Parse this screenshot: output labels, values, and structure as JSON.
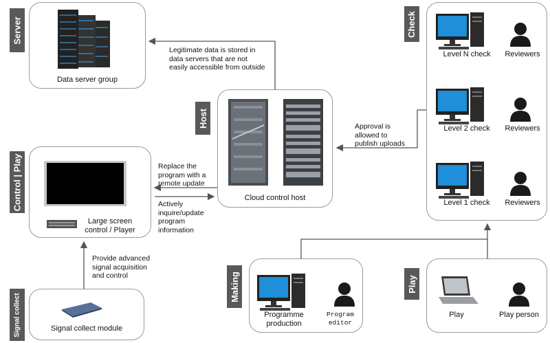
{
  "sections": {
    "server": "Server",
    "host": "Host",
    "check": "Check",
    "control_play": "Control | Play",
    "signal_collect": "Signal collect",
    "making": "Making",
    "play": "Play"
  },
  "labels": {
    "data_server_group": "Data server group",
    "cloud_control_host": "Cloud control host",
    "large_screen_line1": "Large screen",
    "large_screen_line2": "control / Player",
    "signal_collect_module": "Signal collect module",
    "level_n_check": "Level N check",
    "level_2_check": "Level 2 check",
    "level_1_check": "Level 1 check",
    "reviewers": "Reviewers",
    "programme_production_line1": "Programme",
    "programme_production_line2": "production",
    "program_editor_line1": "Program",
    "program_editor_line2": "editor",
    "play": "Play",
    "play_person": "Play person"
  },
  "notes": {
    "legit_line1": "Legitimate data is stored in",
    "legit_line2": "data servers that are not",
    "legit_line3": "easily accessible from outside",
    "approval_line1": "Approval is",
    "approval_line2": "allowed to",
    "approval_line3": "publish uploads",
    "replace_line1": "Replace the",
    "replace_line2": "program with a",
    "replace_line3": "remote update",
    "actively_line1": "Actively",
    "actively_line2": "inquire/update",
    "actively_line3": "program",
    "actively_line4": "information",
    "provide_line1": "Provide advanced",
    "provide_line2": "signal acquisition",
    "provide_line3": "and control"
  },
  "colors": {
    "tag_bg": "#595959",
    "box_border": "#9a9a9a",
    "arrow": "#555555",
    "screen_blue": "#1e8fd8",
    "person": "#1a1a1a"
  }
}
